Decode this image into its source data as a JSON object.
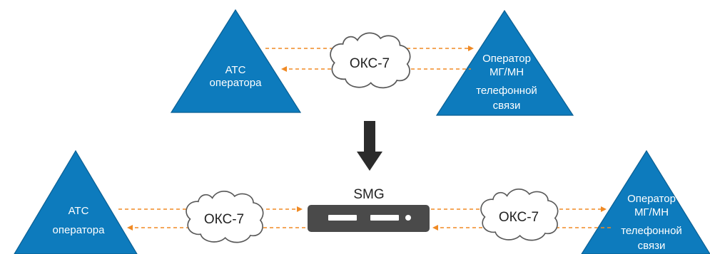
{
  "top_row": {
    "left_node": {
      "line1": "АТС",
      "line2": "оператора"
    },
    "cloud": {
      "label": "ОКС-7"
    },
    "right_node": {
      "line1": "Оператор",
      "line2": "МГ/МН",
      "line3": "телефонной",
      "line4": "связи"
    }
  },
  "bottom_row": {
    "left_node": {
      "line1": "АТС",
      "line2": "оператора"
    },
    "cloud_left": {
      "label": "ОКС-7"
    },
    "device": {
      "label": "SMG"
    },
    "cloud_right": {
      "label": "ОКС-7"
    },
    "right_node": {
      "line1": "Оператор",
      "line2": "МГ/МН",
      "line3": "телефонной",
      "line4": "связи"
    }
  },
  "colors": {
    "node_fill": "#0d7bbd",
    "link_color": "#f08a24",
    "device_fill": "#4a4a4a"
  }
}
